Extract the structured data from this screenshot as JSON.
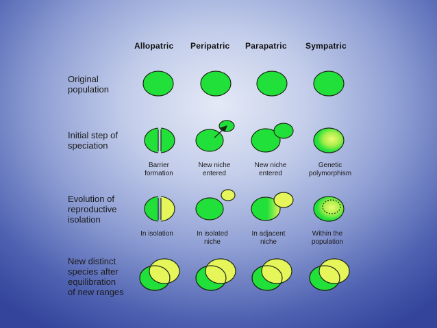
{
  "columns": [
    "Allopatric",
    "Peripatric",
    "Parapatric",
    "Sympatric"
  ],
  "rows": [
    "Original\npopulation",
    "Initial step of\nspeciation",
    "Evolution of\nreproductive\nisolation",
    "New distinct\nspecies after\nequilibration\nof new ranges"
  ],
  "captions_step": [
    "Barrier\nformation",
    "New niche\nentered",
    "New niche\nentered",
    "Genetic\npolymorphism"
  ],
  "captions_isolation": [
    "In isolation",
    "In isolated\nniche",
    "In adjacent\nniche",
    "Within the\npopulation"
  ],
  "colors": {
    "population_green": "#22e03a",
    "new_species_yellow": "#e6f55a",
    "outline": "#1b2a14"
  }
}
